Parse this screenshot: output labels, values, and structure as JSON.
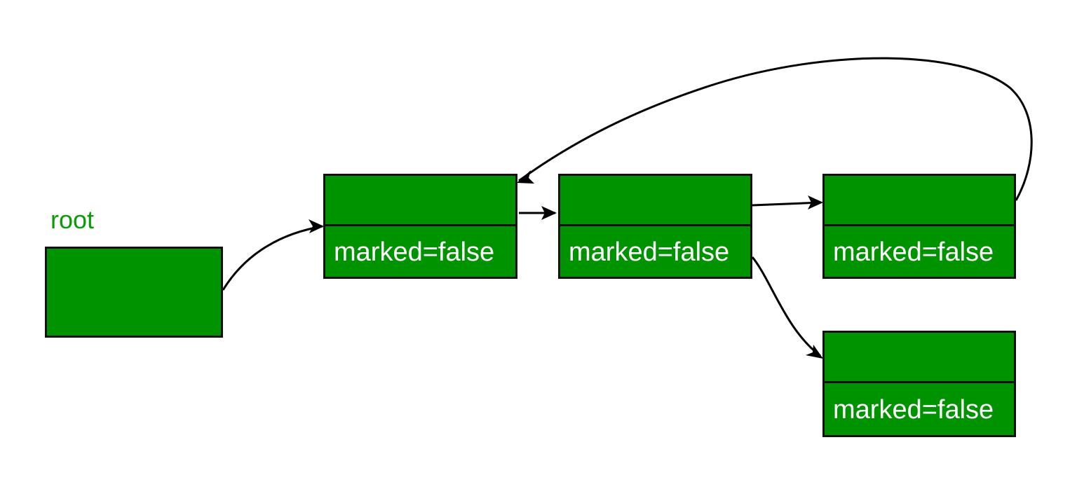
{
  "diagram": {
    "root_label": "root",
    "colors": {
      "node_fill": "#009300",
      "border": "#111111",
      "root_label": "#0a9a0a",
      "field_text": "#ffffff",
      "arrow": "#000000"
    },
    "nodes": [
      {
        "id": "node-1",
        "field_text": "marked=false"
      },
      {
        "id": "node-2",
        "field_text": "marked=false"
      },
      {
        "id": "node-3",
        "field_text": "marked=false"
      },
      {
        "id": "node-4",
        "field_text": "marked=false"
      }
    ],
    "edges": [
      {
        "from": "root",
        "to": "node-1"
      },
      {
        "from": "node-1",
        "to": "node-2"
      },
      {
        "from": "node-2",
        "to": "node-3"
      },
      {
        "from": "node-2",
        "to": "node-4"
      },
      {
        "from": "node-3",
        "to": "node-1"
      }
    ]
  }
}
